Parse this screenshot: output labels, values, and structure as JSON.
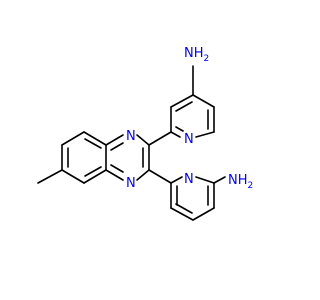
{
  "colors": {
    "bond": "#000000",
    "nitrogen": "#0000ff",
    "background": "#ffffff"
  },
  "atoms": {
    "nh2_top": "NH",
    "nh2_top_sub": "2",
    "nh2_bottom": "NH",
    "nh2_bottom_sub": "2",
    "n_quinox_top": "N",
    "n_quinox_bottom": "N",
    "n_pyr_top": "N",
    "n_pyr_bottom": "N"
  }
}
